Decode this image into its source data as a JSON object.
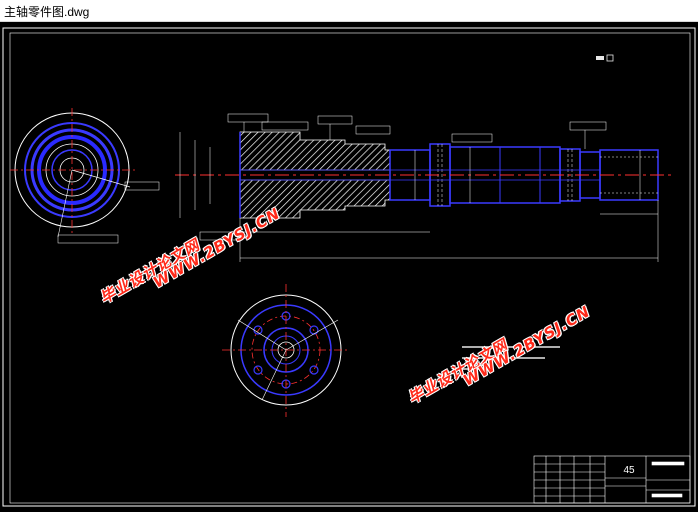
{
  "window": {
    "title": "主轴零件图.dwg"
  },
  "drawing": {
    "material": "45",
    "watermarks": [
      {
        "line1": "毕业设计论文网",
        "line2": "WWW.2BYSJ.CN"
      },
      {
        "line1": "毕业设计论文网",
        "line2": "WWW.2BYSJ.CN"
      }
    ]
  },
  "colors": {
    "background": "#000000",
    "part_outline": "#3a3aff",
    "centerline": "#ff3030",
    "dimension": "#ffffff",
    "annotation": "#e8e8e8",
    "hatch": "#ffffff",
    "watermark": "#ff2a1a"
  }
}
